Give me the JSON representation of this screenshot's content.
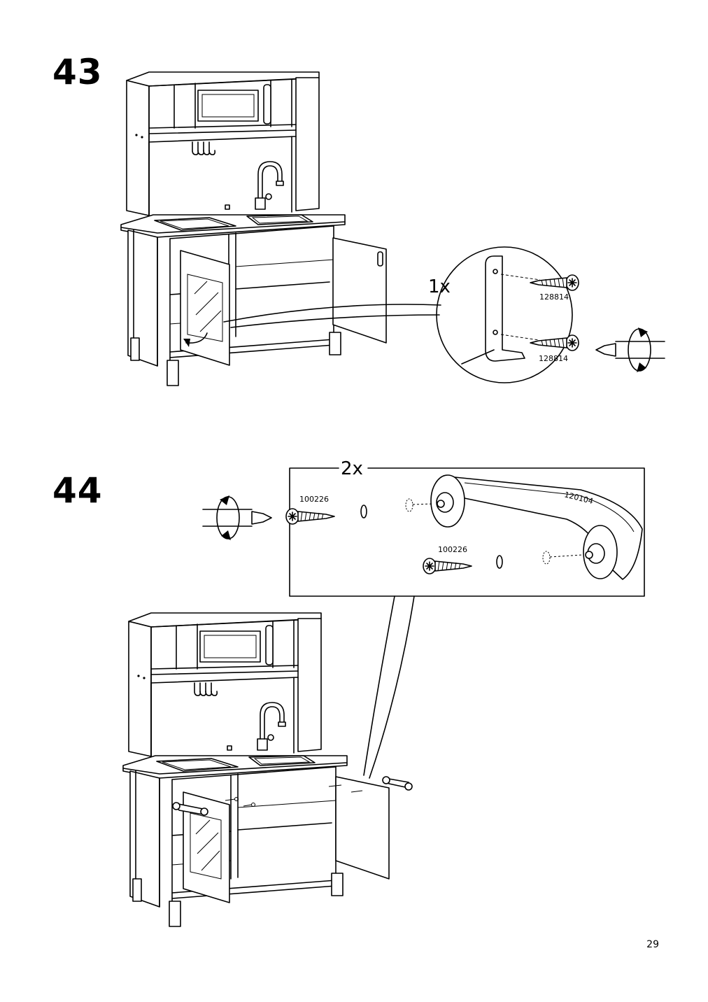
{
  "steps": [
    {
      "number": "43",
      "quantity": "1x",
      "parts": [
        "128814",
        "128814"
      ]
    },
    {
      "number": "44",
      "quantity": "2x",
      "parts": [
        "100226",
        "100226",
        "120104"
      ]
    }
  ],
  "page_number": "29",
  "icons": [
    "screwdriver-icon",
    "rotate-arrow-icon",
    "screw-icon",
    "handle-icon",
    "kitchen-unit-illustration"
  ]
}
